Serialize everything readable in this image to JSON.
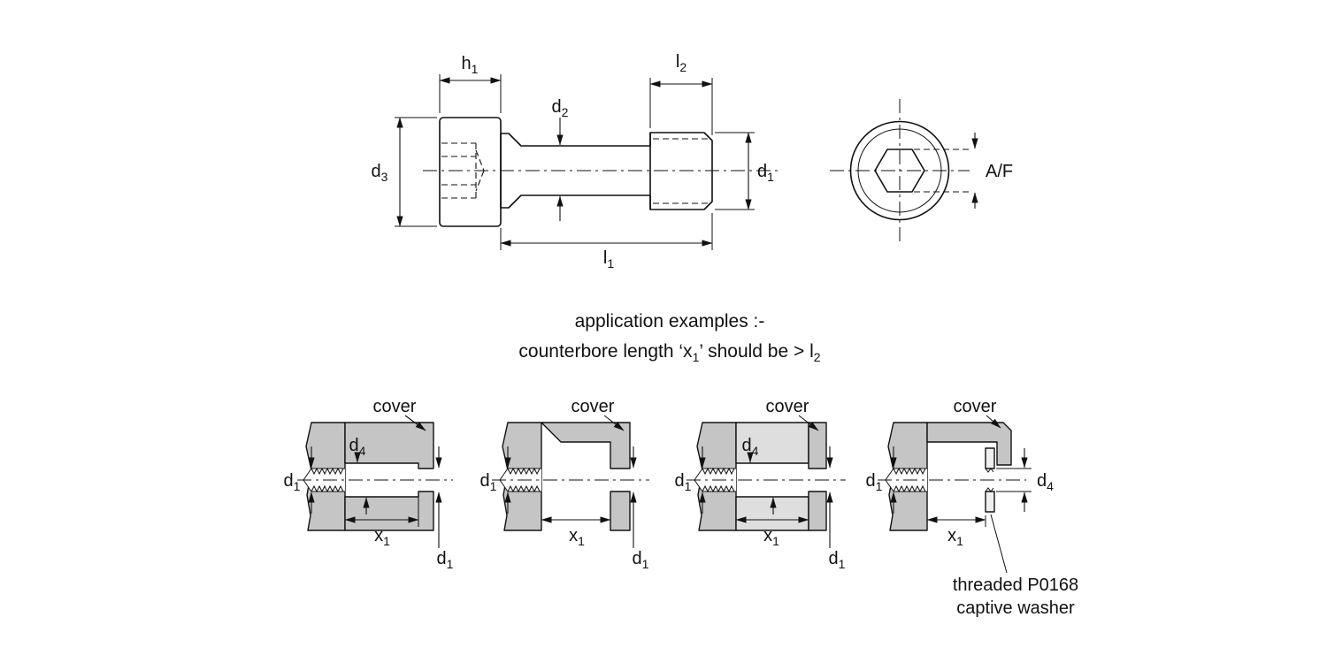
{
  "labels": {
    "h1": {
      "main": "h",
      "sub": "1"
    },
    "l1": {
      "main": "l",
      "sub": "1"
    },
    "l2": {
      "main": "l",
      "sub": "2"
    },
    "d1": {
      "main": "d",
      "sub": "1"
    },
    "d2": {
      "main": "d",
      "sub": "2"
    },
    "d3": {
      "main": "d",
      "sub": "3"
    },
    "d4": {
      "main": "d",
      "sub": "4"
    },
    "x1": {
      "main": "x",
      "sub": "1"
    },
    "af": "A/F",
    "cover": "cover"
  },
  "notes": {
    "app_examples": "application examples :-",
    "counterbore_pre": "counterbore length ‘x",
    "counterbore_sub1": "1",
    "counterbore_mid": "’ should be  > l",
    "counterbore_sub2": "2"
  },
  "washer_note": {
    "line1": "threaded P0168",
    "line2": "captive washer"
  },
  "colors": {
    "part_gray": "#c5c5c5",
    "spacer_gray": "#dedede",
    "washer_fill": "#efefef",
    "line": "#111111"
  }
}
